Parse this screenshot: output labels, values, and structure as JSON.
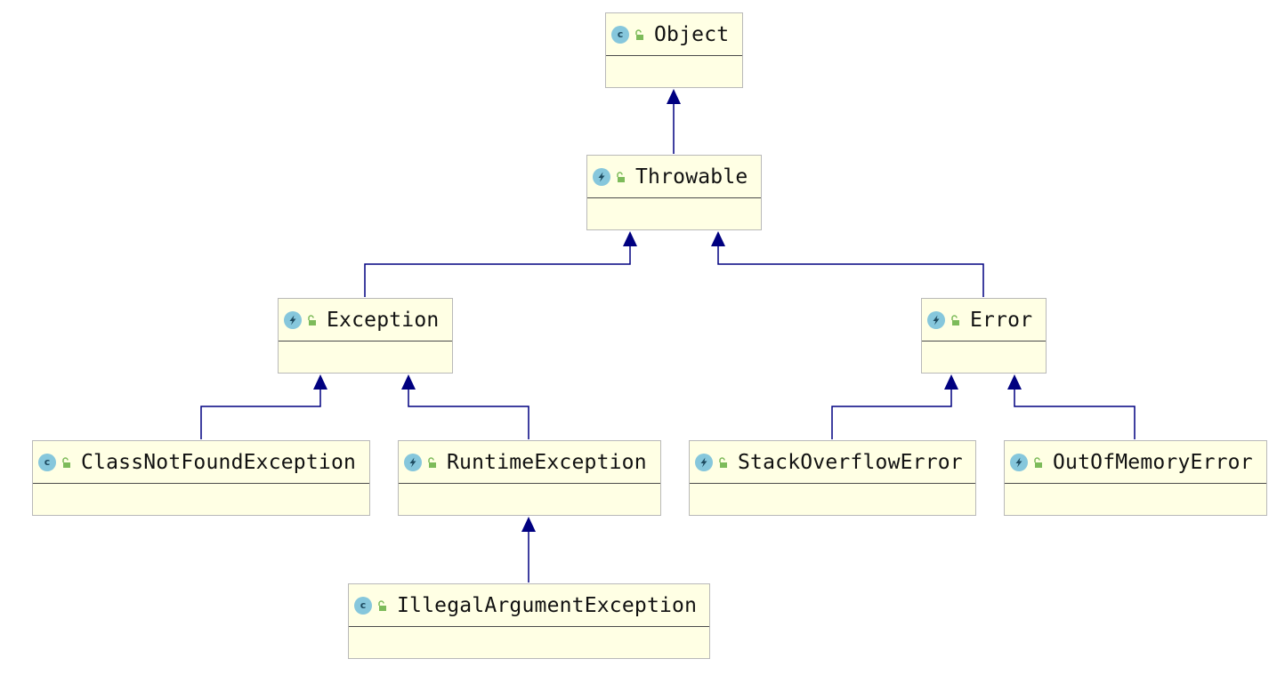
{
  "diagram": {
    "nodes": [
      {
        "id": "object",
        "name": "Object",
        "kind": "class",
        "icon": "class-icon"
      },
      {
        "id": "throwable",
        "name": "Throwable",
        "kind": "throwable",
        "icon": "lightning-icon"
      },
      {
        "id": "exception",
        "name": "Exception",
        "kind": "throwable",
        "icon": "lightning-icon"
      },
      {
        "id": "error",
        "name": "Error",
        "kind": "throwable",
        "icon": "lightning-icon"
      },
      {
        "id": "classnotfound",
        "name": "ClassNotFoundException",
        "kind": "class",
        "icon": "class-icon"
      },
      {
        "id": "runtime",
        "name": "RuntimeException",
        "kind": "throwable",
        "icon": "lightning-icon"
      },
      {
        "id": "stackoverflow",
        "name": "StackOverflowError",
        "kind": "throwable",
        "icon": "lightning-icon"
      },
      {
        "id": "outofmemory",
        "name": "OutOfMemoryError",
        "kind": "throwable",
        "icon": "lightning-icon"
      },
      {
        "id": "illegalargument",
        "name": "IllegalArgumentException",
        "kind": "class",
        "icon": "class-icon"
      }
    ],
    "edges": [
      {
        "from": "throwable",
        "to": "object",
        "type": "extends"
      },
      {
        "from": "exception",
        "to": "throwable",
        "type": "extends"
      },
      {
        "from": "error",
        "to": "throwable",
        "type": "extends"
      },
      {
        "from": "classnotfound",
        "to": "exception",
        "type": "extends"
      },
      {
        "from": "runtime",
        "to": "exception",
        "type": "extends"
      },
      {
        "from": "stackoverflow",
        "to": "error",
        "type": "extends"
      },
      {
        "from": "outofmemory",
        "to": "error",
        "type": "extends"
      },
      {
        "from": "illegalargument",
        "to": "runtime",
        "type": "extends"
      }
    ],
    "class_letter": "c",
    "colors": {
      "edge": "#000080",
      "node_fill": "#ffffe4",
      "node_border": "#b9b9b9",
      "icon_fill": "#86c7dc",
      "lock": "#7dbb5a"
    }
  }
}
